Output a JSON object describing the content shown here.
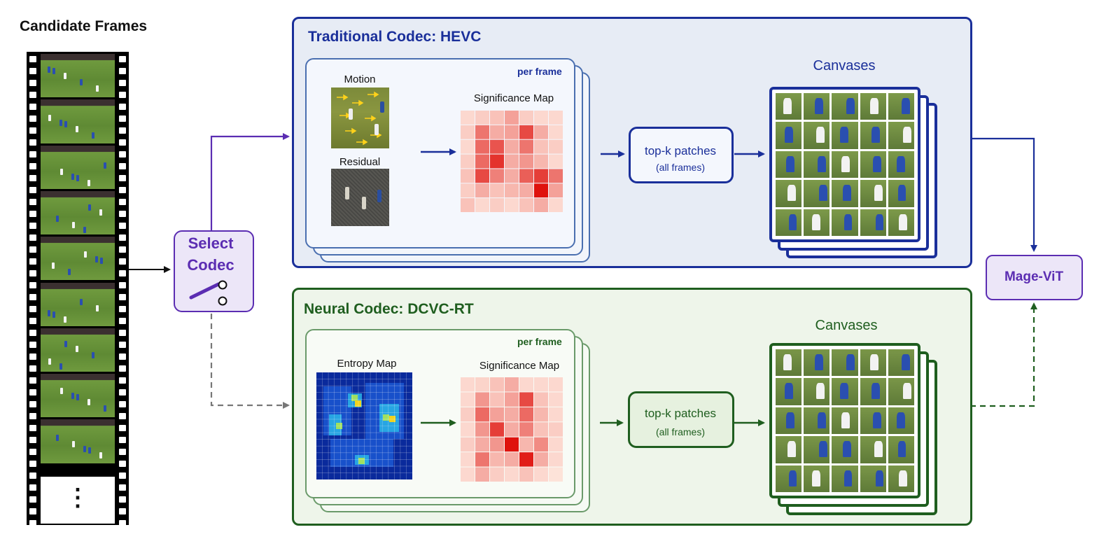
{
  "candidate_frames": {
    "label": "Candidate Frames",
    "ellipsis": "⋮",
    "frame_count": 9
  },
  "select_codec": {
    "line1": "Select",
    "line2": "Codec"
  },
  "traditional": {
    "title": "Traditional Codec: HEVC",
    "per_frame": "per frame",
    "motion_label": "Motion",
    "residual_label": "Residual",
    "significance_label": "Significance Map",
    "topk_line1": "top-k patches",
    "topk_line2": "(all frames)",
    "canvases_label": "Canvases",
    "color": "#1a2f9a",
    "significance_values": [
      [
        0.1,
        0.15,
        0.2,
        0.35,
        0.15,
        0.1,
        0.1
      ],
      [
        0.15,
        0.55,
        0.3,
        0.35,
        0.75,
        0.3,
        0.1
      ],
      [
        0.1,
        0.6,
        0.7,
        0.3,
        0.55,
        0.2,
        0.15
      ],
      [
        0.15,
        0.6,
        0.85,
        0.3,
        0.4,
        0.25,
        0.1
      ],
      [
        0.2,
        0.75,
        0.5,
        0.3,
        0.65,
        0.8,
        0.55
      ],
      [
        0.15,
        0.3,
        0.2,
        0.25,
        0.3,
        1.0,
        0.35
      ],
      [
        0.2,
        0.1,
        0.15,
        0.1,
        0.2,
        0.3,
        0.1
      ]
    ]
  },
  "neural": {
    "title": "Neural Codec: DCVC-RT",
    "per_frame": "per frame",
    "entropy_label": "Entropy Map",
    "significance_label": "Significance Map",
    "topk_line1": "top-k patches",
    "topk_line2": "(all frames)",
    "canvases_label": "Canvases",
    "color": "#1f5e1f",
    "significance_values": [
      [
        0.1,
        0.12,
        0.2,
        0.3,
        0.1,
        0.1,
        0.1
      ],
      [
        0.1,
        0.4,
        0.2,
        0.35,
        0.75,
        0.2,
        0.1
      ],
      [
        0.15,
        0.6,
        0.35,
        0.3,
        0.6,
        0.25,
        0.1
      ],
      [
        0.1,
        0.4,
        0.8,
        0.3,
        0.5,
        0.2,
        0.15
      ],
      [
        0.15,
        0.3,
        0.4,
        1.0,
        0.25,
        0.45,
        0.1
      ],
      [
        0.1,
        0.55,
        0.25,
        0.3,
        0.95,
        0.3,
        0.1
      ],
      [
        0.1,
        0.3,
        0.15,
        0.1,
        0.2,
        0.1,
        0.05
      ]
    ]
  },
  "mage_vit": {
    "label": "Mage-ViT",
    "color": "#5b2db2"
  },
  "colors": {
    "purple": "#5b2db2",
    "blue_panel_fill": "#e7ecf5",
    "green_panel_fill": "#eef5ea",
    "gray_dash": "#777777"
  }
}
